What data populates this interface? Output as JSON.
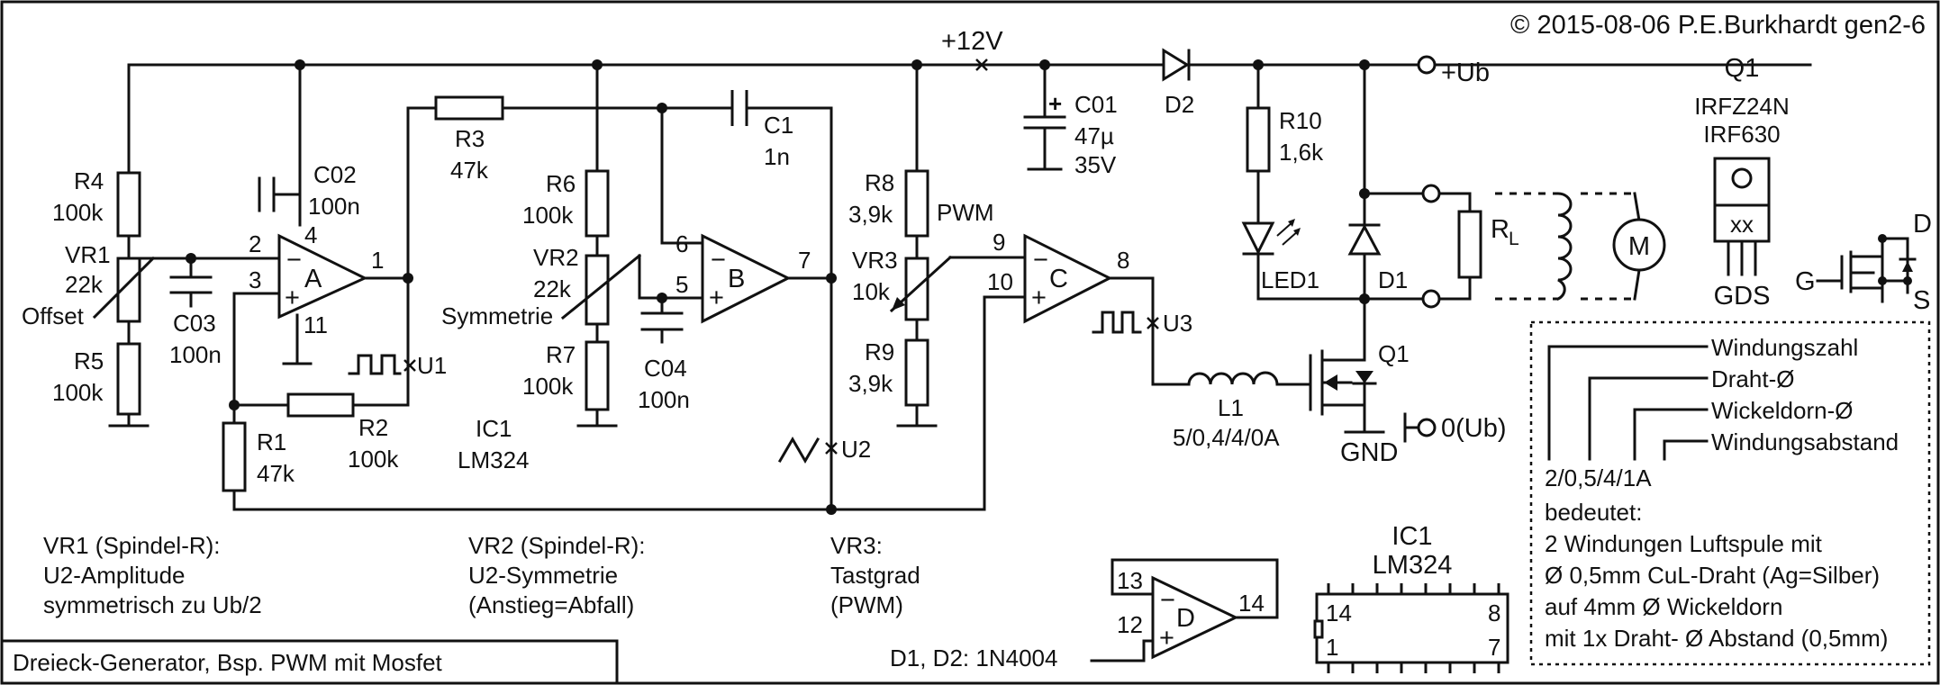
{
  "copyright": "© 2015-08-06 P.E.Burkhardt gen2-6",
  "title": "Dreieck-Generator, Bsp. PWM mit Mosfet",
  "rails": {
    "vcc": "+12V",
    "ub_plus": "+Ub",
    "ub_zero": "0(Ub)",
    "gnd": "GND"
  },
  "components": {
    "R4": {
      "ref": "R4",
      "value": "100k"
    },
    "R5": {
      "ref": "R5",
      "value": "100k"
    },
    "VR1": {
      "ref": "VR1",
      "value": "22k",
      "note": "Offset"
    },
    "C03": {
      "ref": "C03",
      "value": "100n"
    },
    "C02": {
      "ref": "C02",
      "value": "100n"
    },
    "R1": {
      "ref": "R1",
      "value": "47k"
    },
    "R2": {
      "ref": "R2",
      "value": "100k"
    },
    "R3": {
      "ref": "R3",
      "value": "47k"
    },
    "R6": {
      "ref": "R6",
      "value": "100k"
    },
    "R7": {
      "ref": "R7",
      "value": "100k"
    },
    "VR2": {
      "ref": "VR2",
      "value": "22k",
      "note": "Symmetrie"
    },
    "C04": {
      "ref": "C04",
      "value": "100n"
    },
    "C1": {
      "ref": "C1",
      "value": "1n"
    },
    "R8": {
      "ref": "R8",
      "value": "3,9k",
      "note": "PWM"
    },
    "R9": {
      "ref": "R9",
      "value": "3,9k"
    },
    "VR3": {
      "ref": "VR3",
      "value": "10k"
    },
    "C01": {
      "ref": "C01",
      "value": "47µ",
      "voltage": "35V"
    },
    "D2": {
      "ref": "D2"
    },
    "R10": {
      "ref": "R10",
      "value": "1,6k"
    },
    "LED1": {
      "ref": "LED1"
    },
    "D1": {
      "ref": "D1"
    },
    "RL": {
      "ref": "R",
      "sub": "L"
    },
    "M": {
      "ref": "M"
    },
    "Q1": {
      "ref": "Q1"
    },
    "L1": {
      "ref": "L1",
      "value": "5/0,4/4/0A"
    },
    "IC1": {
      "ref": "IC1",
      "value": "LM324"
    }
  },
  "opamps": {
    "A": {
      "label": "A",
      "pins": [
        "2",
        "3",
        "4",
        "11",
        "1"
      ]
    },
    "B": {
      "label": "B",
      "pins": [
        "6",
        "5",
        "7"
      ]
    },
    "C": {
      "label": "C",
      "pins": [
        "9",
        "10",
        "8"
      ]
    },
    "D": {
      "label": "D",
      "pins": [
        "13",
        "12",
        "14"
      ]
    }
  },
  "signals": {
    "u1": "U1",
    "u2": "U2",
    "u3": "U3"
  },
  "q1_info": {
    "ref": "Q1",
    "types": [
      "IRFZ24N",
      "IRF630"
    ],
    "package_mark": "xx",
    "pins": "GDS",
    "g": "G",
    "d": "D",
    "s": "S"
  },
  "ic_package": {
    "ref": "IC1",
    "type": "LM324",
    "pins": [
      "14",
      "8",
      "1",
      "7"
    ]
  },
  "notes": {
    "vr1": [
      "VR1 (Spindel-R):",
      "U2-Amplitude",
      "symmetrisch zu Ub/2"
    ],
    "vr2": [
      "VR2 (Spindel-R):",
      "U2-Symmetrie",
      "(Anstieg=Abfall)"
    ],
    "vr3": [
      "VR3:",
      "Tastgrad",
      "(PWM)"
    ],
    "diodes": "D1, D2: 1N4004"
  },
  "legend": {
    "labels": [
      "Windungszahl",
      "Draht-Ø",
      "Wickeldorn-Ø",
      "Windungsabstand"
    ],
    "example": "2/0,5/4/1A",
    "meaning": [
      "bedeutet:",
      "2 Windungen Luftspule mit",
      "Ø 0,5mm CuL-Draht (Ag=Silber)",
      "auf 4mm Ø  Wickeldorn",
      "mit 1x Draht- Ø  Abstand (0,5mm)"
    ]
  }
}
